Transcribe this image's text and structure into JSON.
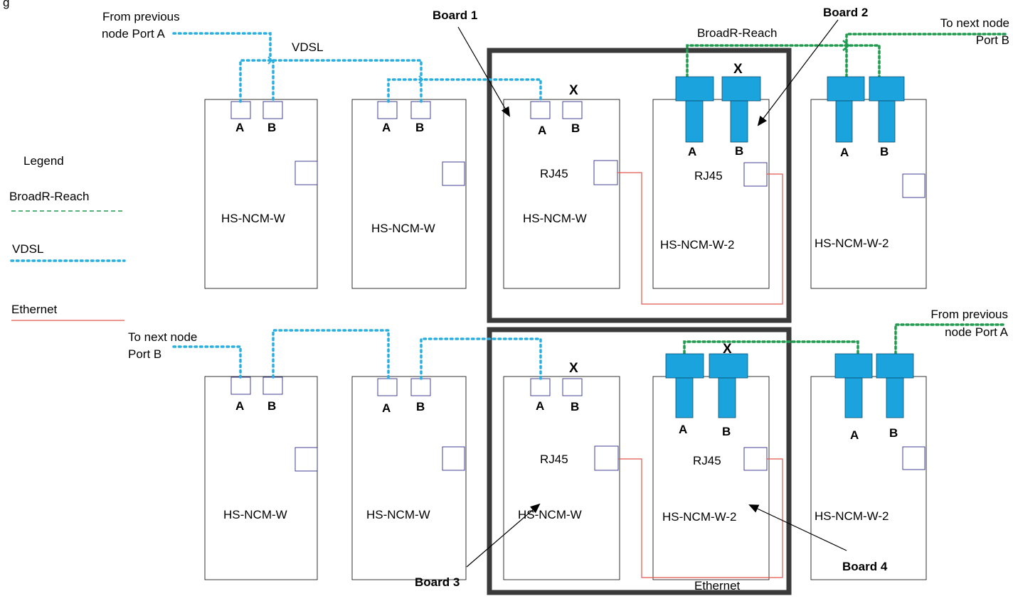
{
  "colors": {
    "vdsl": "#29aee0",
    "broadr": "#1f9a4e",
    "ethernet": "#e2574c",
    "connector": "#1aa3dd",
    "board_frame": "#3a3a3a",
    "port_outline": "#2c2c8c"
  },
  "corner_label": "g",
  "legend": {
    "title": "Legend",
    "broadr": "BroadR-Reach",
    "vdsl": "VDSL",
    "ethernet": "Ethernet"
  },
  "link_labels": {
    "vdsl": "VDSL",
    "broadr": "BroadR-Reach",
    "ethernet": "Ethernet"
  },
  "edge_labels": {
    "top_left": [
      "From previous",
      "node Port A"
    ],
    "top_right": [
      "To next node",
      "Port B"
    ],
    "bottom_left": [
      "To next node",
      "Port B"
    ],
    "bottom_right": [
      "From previous",
      "node Port A"
    ]
  },
  "boards": {
    "board1": "Board 1",
    "board2": "Board 2",
    "board3": "Board 3",
    "board4": "Board 4"
  },
  "marks": {
    "x": "X"
  },
  "port_a": "A",
  "port_b": "B",
  "rj45": "RJ45",
  "nodes": {
    "top": [
      "HS-NCM-W",
      "HS-NCM-W",
      "HS-NCM-W",
      "HS-NCM-W-2",
      "HS-NCM-W-2"
    ],
    "bottom": [
      "HS-NCM-W",
      "HS-NCM-W",
      "HS-NCM-W",
      "HS-NCM-W-2",
      "HS-NCM-W-2"
    ]
  }
}
